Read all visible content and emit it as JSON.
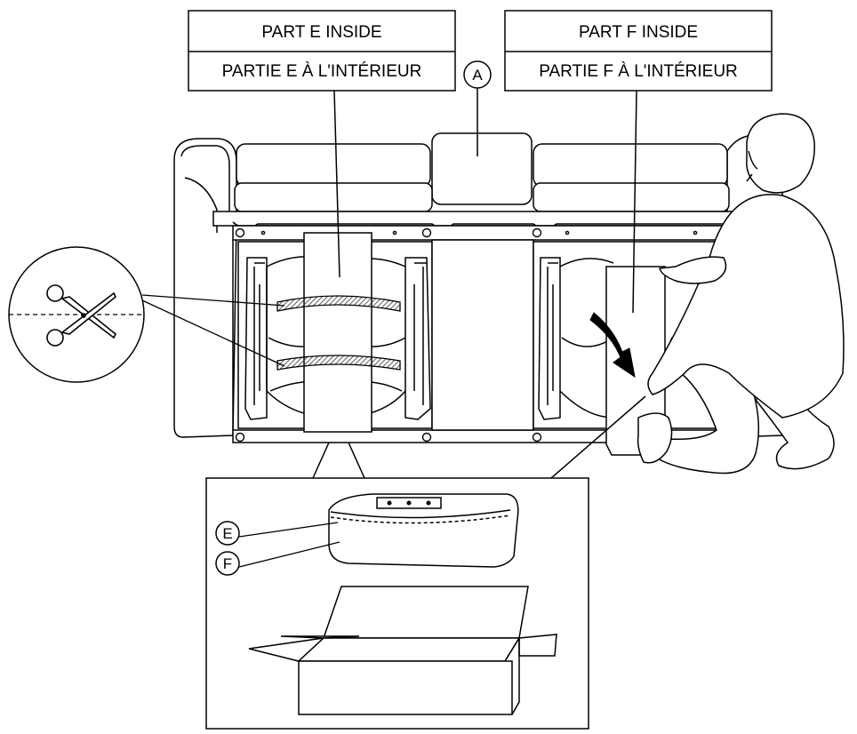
{
  "callouts": {
    "part_e_en": "PART E INSIDE",
    "part_e_fr": "PARTIE E À L'INTÉRIEUR",
    "part_f_en": "PART F INSIDE",
    "part_f_fr": "PARTIE F À L'INTÉRIEUR"
  },
  "markers": {
    "a": "A",
    "e": "E",
    "f": "F"
  },
  "icons": [
    "scissors-icon",
    "down-arrow-icon",
    "up-arrow-icon"
  ],
  "colors": {
    "line": "#000000",
    "background": "#ffffff",
    "hatch": "#333333"
  }
}
